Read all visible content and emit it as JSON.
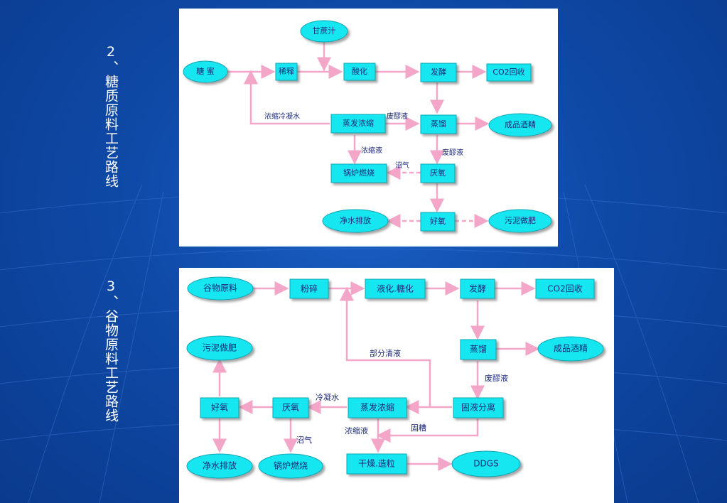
{
  "slide": {
    "title_sugar": "2、糖质原料工艺路线",
    "title_grain": "3、谷物原料工艺路线"
  },
  "sugar": {
    "nodes": {
      "molasses": "糖 蜜",
      "sugarcane_juice": "甘蔗汁",
      "dilution": "稀释",
      "acidify": "酸化",
      "ferment": "发酵",
      "co2": "CO2回收",
      "evap": "蒸发浓缩",
      "distill": "蒸馏",
      "product": "成品酒精",
      "boiler": "锅炉燃烧",
      "anaerobic": "厌氧",
      "clean_water": "净水排放",
      "aerobic": "好氧",
      "sludge": "污泥做肥"
    },
    "labels": {
      "condensate": "浓缩冷凝水",
      "waste_liquor_1": "废醪液",
      "concentrate": "浓缩液",
      "waste_liquor_2": "废醪液",
      "biogas": "沼气"
    }
  },
  "grain": {
    "nodes": {
      "raw": "谷物原料",
      "crush": "粉碎",
      "liquefy": "液化.糖化",
      "ferment": "发酵",
      "co2": "CO2回收",
      "sludge": "污泥做肥",
      "distill": "蒸馏",
      "product": "成品酒精",
      "aerobic": "好氧",
      "anaerobic": "厌氧",
      "evap": "蒸发浓缩",
      "separate": "固液分离",
      "clean_water": "净水排放",
      "boiler": "锅炉燃烧",
      "dry": "干燥.造粒",
      "ddgs": "DDGS"
    },
    "labels": {
      "partial_clear": "部分清液",
      "waste_liquor": "废醪液",
      "condensate": "冷凝水",
      "concentrate": "浓缩液",
      "solids": "固糟",
      "biogas": "沼气"
    }
  },
  "colors": {
    "node_fill": "#19e6ef",
    "arrow": "#f4a6c8",
    "label_text": "#1b2a7a"
  }
}
